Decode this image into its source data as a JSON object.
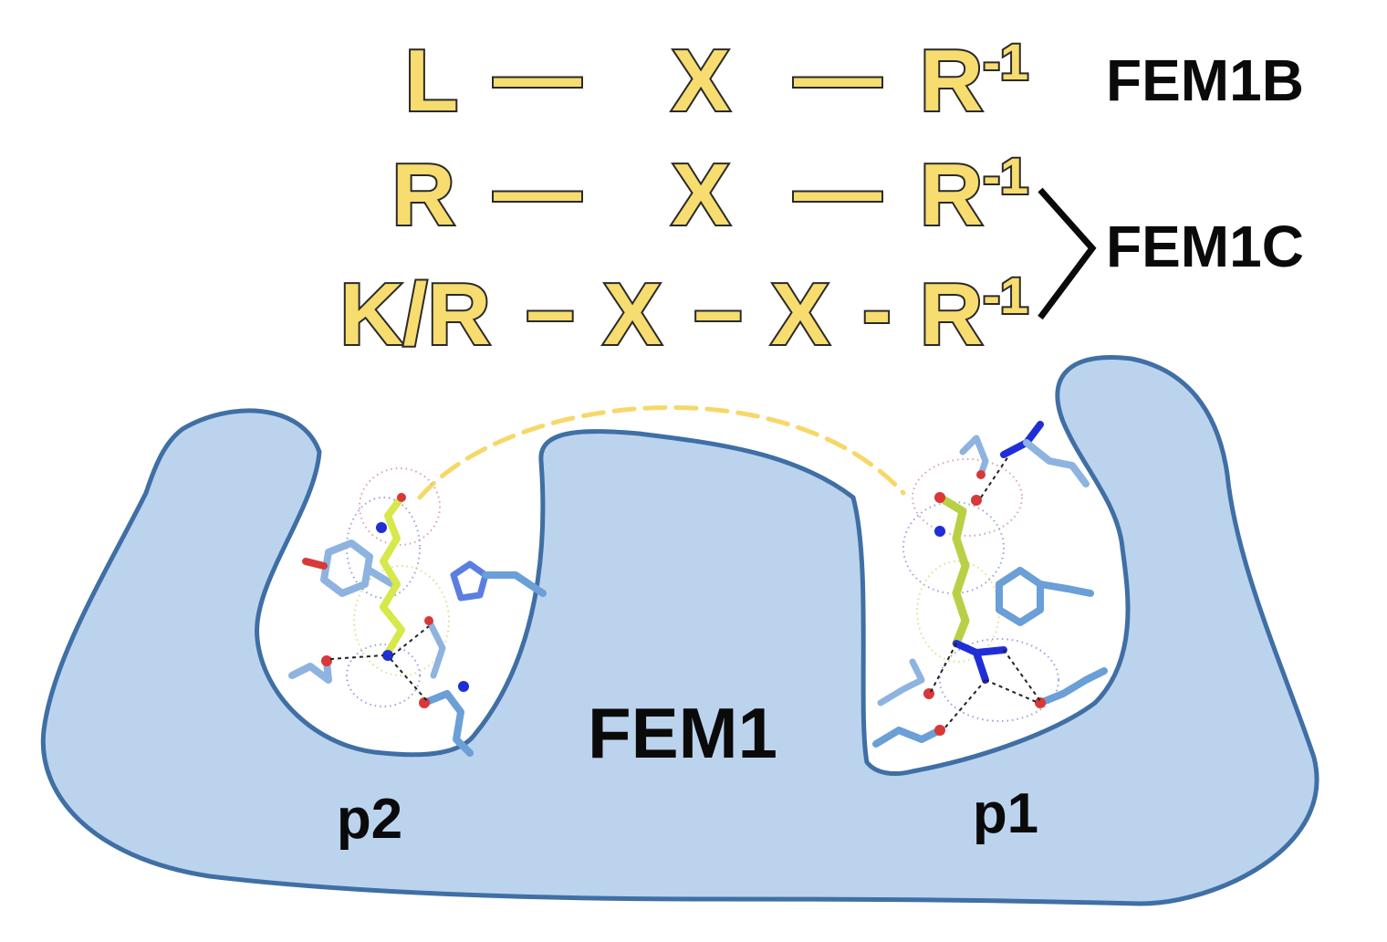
{
  "motifs": [
    {
      "residues": [
        "L",
        "X",
        "R"
      ],
      "separators": [
        "—",
        "—"
      ],
      "superscript": "-1"
    },
    {
      "residues": [
        "R",
        "X",
        "R"
      ],
      "separators": [
        "—",
        "—"
      ],
      "superscript": "-1"
    },
    {
      "residues": [
        "K/R",
        "X",
        "X",
        "R"
      ],
      "separators": [
        "–",
        "–",
        "-"
      ],
      "superscript": "-1"
    }
  ],
  "protein_labels": {
    "fem1b": "FEM1B",
    "fem1c": "FEM1C"
  },
  "receptor": {
    "name": "FEM1",
    "pockets": [
      "p2",
      "p1"
    ]
  },
  "colors": {
    "motif_fill": "#f7dc6f",
    "receptor_fill": "#bcd3ee",
    "receptor_outline": "#3f6fa5",
    "linker_dashed": "#f6d869",
    "ligand_carbon": "#d6e84a",
    "side_chain": "#6a9fd8",
    "nitrogen": "#1f2ed6",
    "oxygen": "#d93838"
  }
}
